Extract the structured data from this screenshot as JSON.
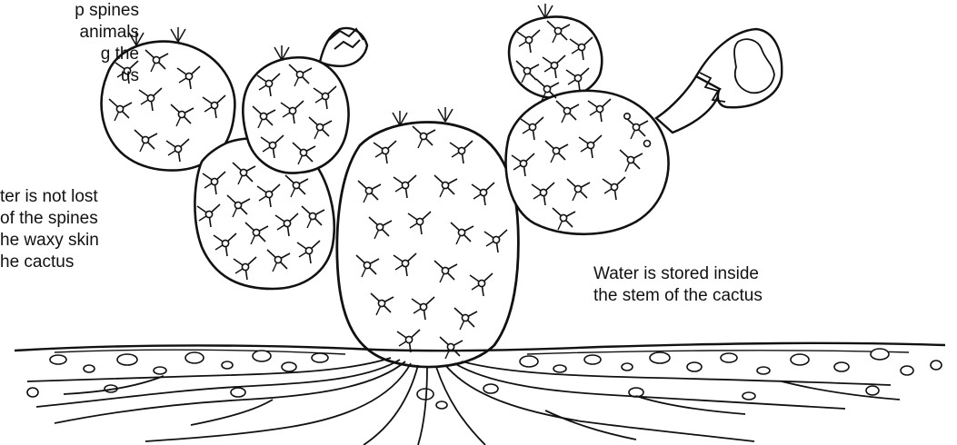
{
  "labels": {
    "spines_protect": "p spines\nanimals\ng the\nus",
    "water_not_lost": "ter is not lost\nof the spines\nhe waxy skin\nhe cactus",
    "water_stored": "Water is stored inside\nthe stem of the cactus"
  },
  "colors": {
    "ink": "#111111",
    "background": "#ffffff"
  }
}
